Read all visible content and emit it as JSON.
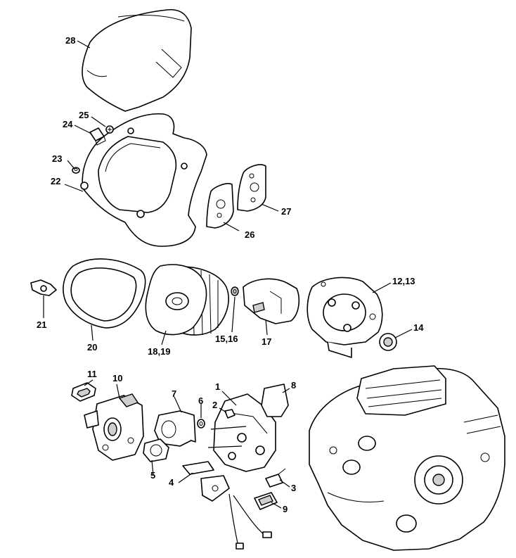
{
  "callouts": {
    "c1": "1",
    "c2": "2",
    "c3": "3",
    "c4": "4",
    "c5": "5",
    "c6": "6",
    "c7": "7",
    "c8": "8",
    "c9": "9",
    "c10": "10",
    "c11": "11",
    "c1213": "12,13",
    "c14": "14",
    "c1516": "15,16",
    "c17": "17",
    "c1819": "18,19",
    "c20": "20",
    "c21": "21",
    "c22": "22",
    "c23": "23",
    "c24": "24",
    "c25": "25",
    "c26": "26",
    "c27": "27",
    "c28": "28"
  }
}
